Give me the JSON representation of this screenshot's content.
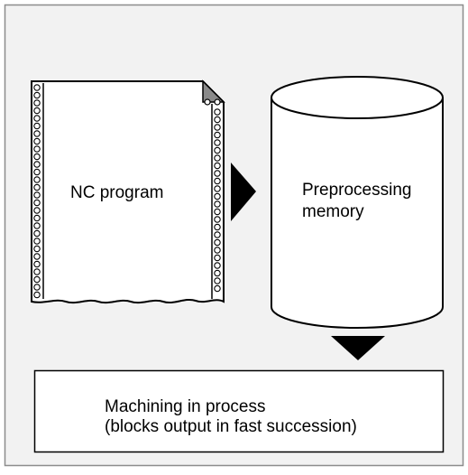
{
  "diagram": {
    "nc_program_label": "NC program",
    "memory_label_line1": "Preprocessing",
    "memory_label_line2": "memory",
    "machining_label_line1": "Machining in process",
    "machining_label_line2": "(blocks output in fast succession)"
  },
  "colors": {
    "frame_background": "#f2f2f2",
    "frame_border": "#8c8c8c",
    "line": "#000000",
    "fill": "#ffffff",
    "corner_fold": "#8a8a8a",
    "arrow": "#000000"
  }
}
